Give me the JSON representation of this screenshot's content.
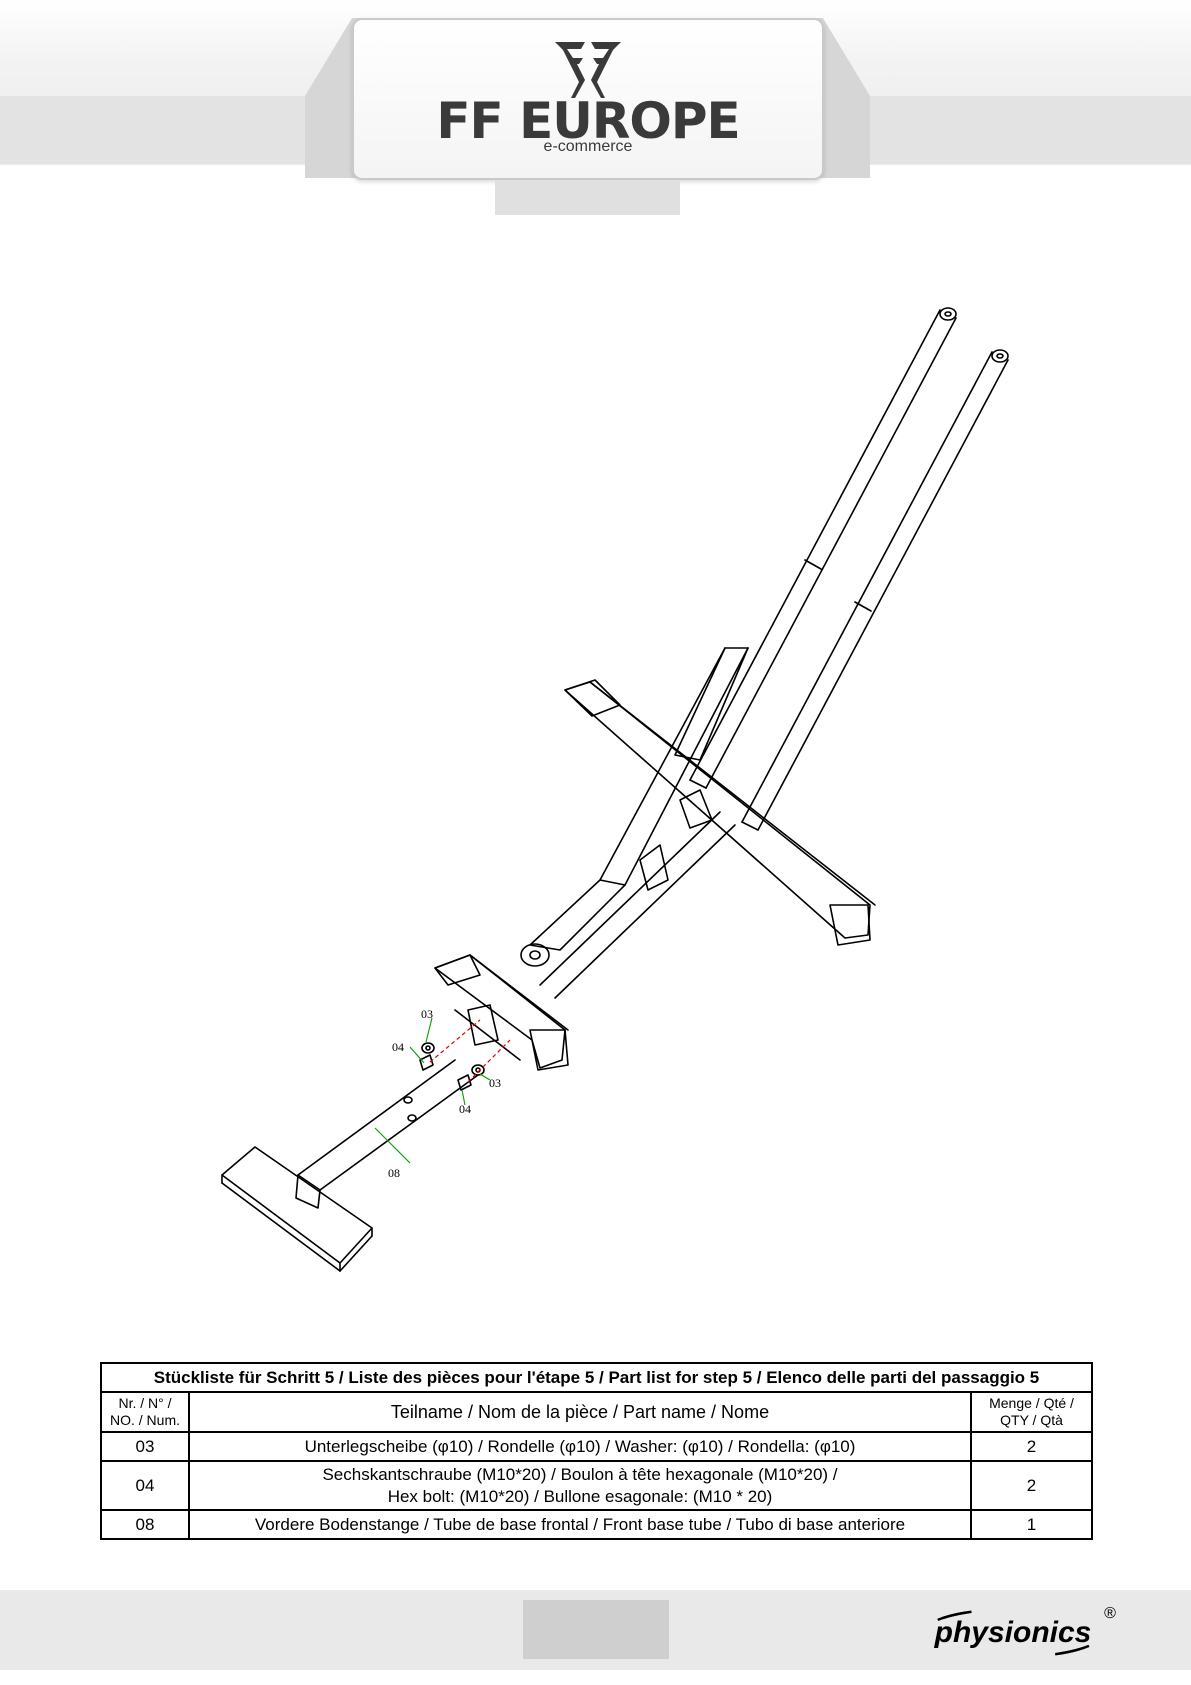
{
  "header": {
    "brand_name": "FF EUROPE",
    "brand_sub": "e-commerce"
  },
  "diagram": {
    "callouts": [
      "03",
      "04",
      "03",
      "04",
      "08"
    ]
  },
  "parts_table": {
    "title": "Stückliste für Schritt  5 / Liste des pièces pour l'étape 5 / Part list for step 5 / Elenco delle parti del passaggio 5",
    "col_no": [
      "Nr. / N° /",
      "NO. / Num."
    ],
    "col_name": "Teilname / Nom de la pièce / Part name / Nome",
    "col_qty": [
      "Menge / Qté /",
      "QTY / Qtà"
    ],
    "rows": [
      {
        "no": "03",
        "name": "Unterlegscheibe (φ10) / Rondelle (φ10) / Washer: (φ10) / Rondella: (φ10)",
        "qty": "2"
      },
      {
        "no": "04",
        "name_line1": "Sechskantschraube (M10*20) / Boulon à tête hexagonale (M10*20) /",
        "name_line2": "Hex bolt: (M10*20) / Bullone esagonale: (M10 * 20)",
        "qty": "2"
      },
      {
        "no": "08",
        "name": "Vordere Bodenstange / Tube de base frontal / Front base tube / Tubo di base anteriore",
        "qty": "1"
      }
    ]
  },
  "footer": {
    "brand": "physionics",
    "registered_mark": "®"
  },
  "colors": {
    "brand_gray": "#3a3a3a",
    "leader_green": "#00a000",
    "guide_red": "#e00000"
  }
}
